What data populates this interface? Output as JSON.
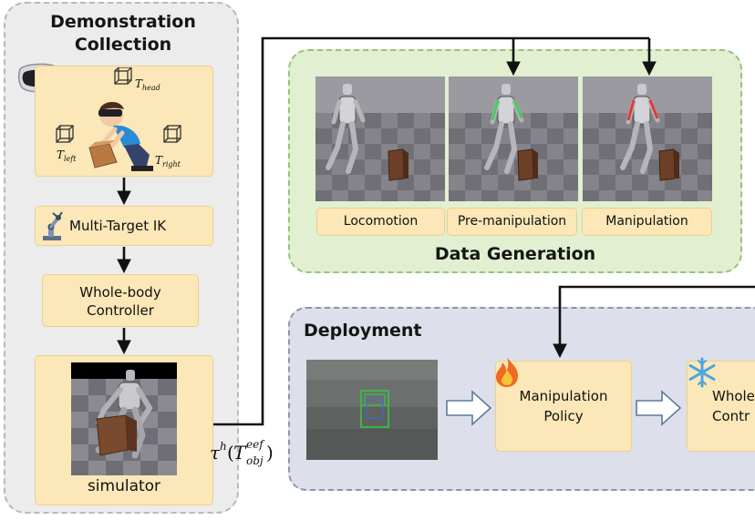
{
  "demonstration": {
    "title_line1": "Demonstration",
    "title_line2": "Collection",
    "frames": {
      "head": "head",
      "left": "left",
      "right": "right"
    },
    "ik_label": "Multi-Target IK",
    "wbc_line1": "Whole-body",
    "wbc_line2": "Controller",
    "simulator_label": "simulator",
    "icons": [
      "vr-headset-icon",
      "robot-arm-icon"
    ]
  },
  "data_generation": {
    "title": "Data Generation",
    "stages": [
      {
        "label": "Locomotion"
      },
      {
        "label": "Pre-manipulation"
      },
      {
        "label": "Manipulation"
      }
    ]
  },
  "deployment": {
    "title": "Deployment",
    "policy_line1": "Manipulation",
    "policy_line2": "Policy",
    "wbc_line1": "Whole",
    "wbc_line2": "Contr",
    "icons": [
      "fire-icon",
      "snowflake-icon"
    ]
  },
  "formula": {
    "tau": "τ",
    "sup_h": "h",
    "T": "T",
    "sup_eef": "eef",
    "sub_obj": "obj"
  },
  "colors": {
    "demo_panel_bg": "#ececec",
    "datagen_panel_bg": "#e2efd0",
    "deploy_panel_bg": "#dde0ea",
    "box_fill": "#fbe7b7",
    "box_border": "#ecd08a"
  }
}
